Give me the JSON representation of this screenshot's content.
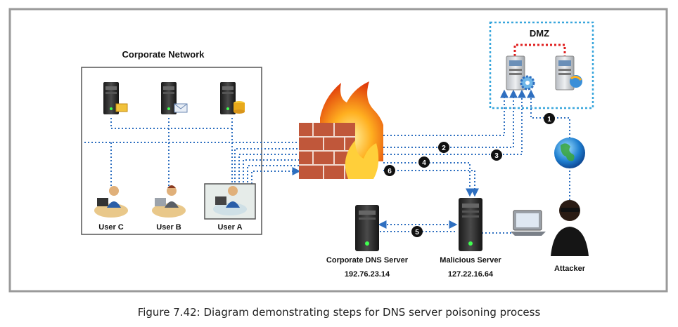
{
  "labels": {
    "corporate_network": "Corporate Network",
    "dmz": "DMZ",
    "user_c": "User C",
    "user_b": "User B",
    "user_a": "User A",
    "corporate_dns_server": "Corporate DNS Server",
    "corporate_dns_ip": "192.76.23.14",
    "malicious_server": "Malicious Server",
    "malicious_ip": "127.22.16.64",
    "attacker": "Attacker"
  },
  "steps": [
    "1",
    "2",
    "3",
    "4",
    "5",
    "6"
  ],
  "caption": "Figure 7.42: Diagram demonstrating steps for DNS server poisoning process",
  "colors": {
    "link": "#2e6fc0",
    "dmz_border": "#38a6dc",
    "dmz_link": "#e02020",
    "dmz_text": "#e02020",
    "frame": "#9a9a9a"
  }
}
